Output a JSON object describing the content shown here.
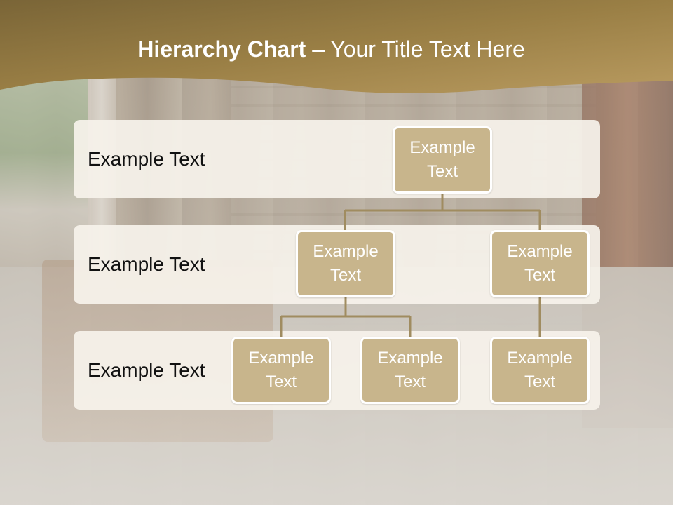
{
  "slide": {
    "title_bold": "Hierarchy Chart",
    "title_rest": " – Your Title Text Here"
  },
  "rows": [
    {
      "label": "Example Text"
    },
    {
      "label": "Example Text"
    },
    {
      "label": "Example Text"
    }
  ],
  "nodes": {
    "root": "Example Text",
    "level2_left": "Example Text",
    "level2_right": "Example Text",
    "level3_a": "Example Text",
    "level3_b": "Example Text",
    "level3_c": "Example Text"
  },
  "colors": {
    "title_band": "#8a703a",
    "node_fill": "#c8b58c",
    "connector": "#a08c60",
    "row_band": "#f6f2eb"
  }
}
